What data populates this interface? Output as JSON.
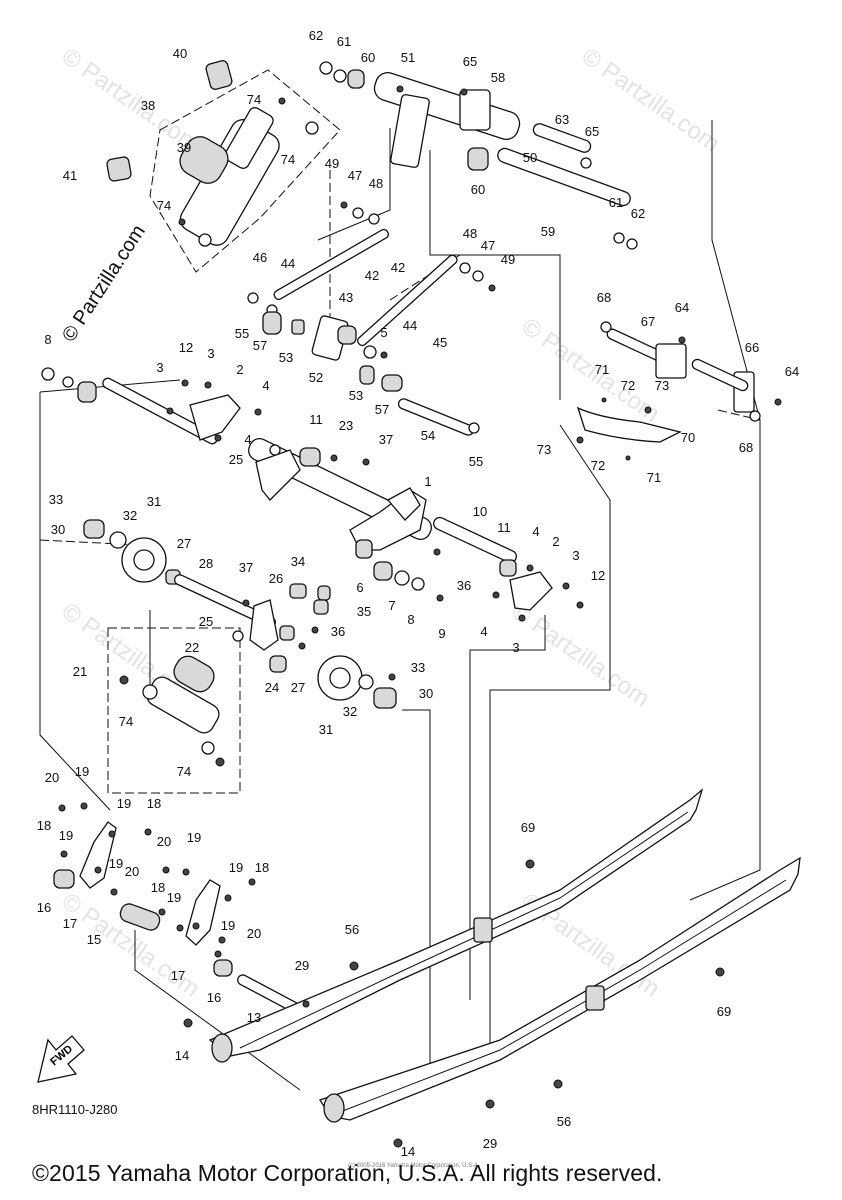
{
  "diagram": {
    "code": "8HR1110-J280",
    "copyright": "©2015 Yamaha Motor Corporation, U.S.A. All rights reserved.",
    "fine_print": "(c) 2005-2016 Yamaha Motor Corporation, U.S.A.",
    "watermark": "© Partzilla.com",
    "fwd_label": "FWD",
    "callouts": [
      "1",
      "2",
      "3",
      "4",
      "5",
      "6",
      "7",
      "8",
      "9",
      "10",
      "11",
      "12",
      "13",
      "14",
      "15",
      "16",
      "17",
      "18",
      "19",
      "20",
      "21",
      "22",
      "23",
      "24",
      "25",
      "26",
      "27",
      "28",
      "29",
      "30",
      "31",
      "32",
      "33",
      "34",
      "35",
      "36",
      "37",
      "38",
      "39",
      "40",
      "41",
      "42",
      "43",
      "44",
      "45",
      "46",
      "47",
      "48",
      "49",
      "50",
      "51",
      "52",
      "53",
      "54",
      "55",
      "56",
      "57",
      "58",
      "59",
      "60",
      "61",
      "62",
      "63",
      "64",
      "65",
      "66",
      "67",
      "68",
      "69",
      "70",
      "71",
      "72",
      "73",
      "74"
    ]
  }
}
